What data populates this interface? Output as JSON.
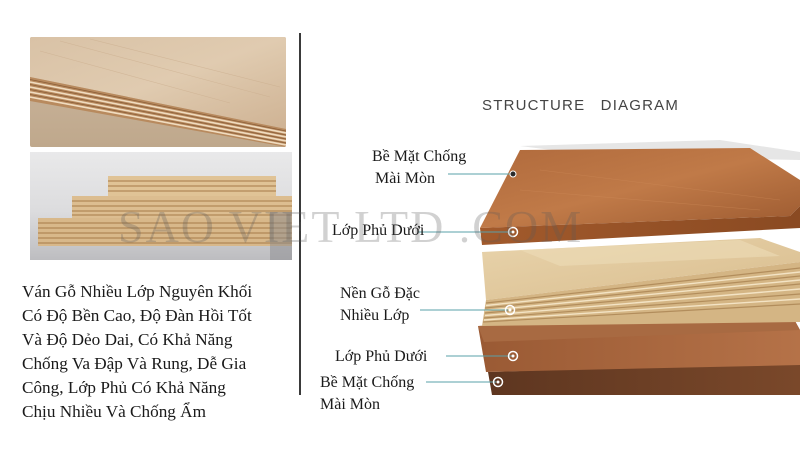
{
  "left_description_lines": [
    "Ván Gỗ Nhiều Lớp Nguyên Khối",
    "Có Độ Bền Cao, Độ Đàn Hồi Tốt",
    "Và Độ Dẻo Dai, Có Khả Năng",
    "Chống Va Đập Và Rung, Dễ Gia",
    "Công, Lớp Phủ Có Khả Năng",
    "Chịu Nhiều Và Chống Ẩm"
  ],
  "diagram": {
    "title": "STRUCTURE   DIAGRAM",
    "labels": {
      "top_surface": [
        "Bề Mặt Chống",
        "Mài Mòn"
      ],
      "upper_coating": [
        "Lớp Phủ Dưới"
      ],
      "core": [
        "Nền Gỗ Đặc",
        "Nhiều Lớp"
      ],
      "lower_coating": [
        "Lớp Phủ Dưới"
      ],
      "bottom_surface": [
        "Bề Mặt Chống",
        "Mài Mòn"
      ]
    }
  },
  "watermark": "SAO VIET LTD .COM"
}
